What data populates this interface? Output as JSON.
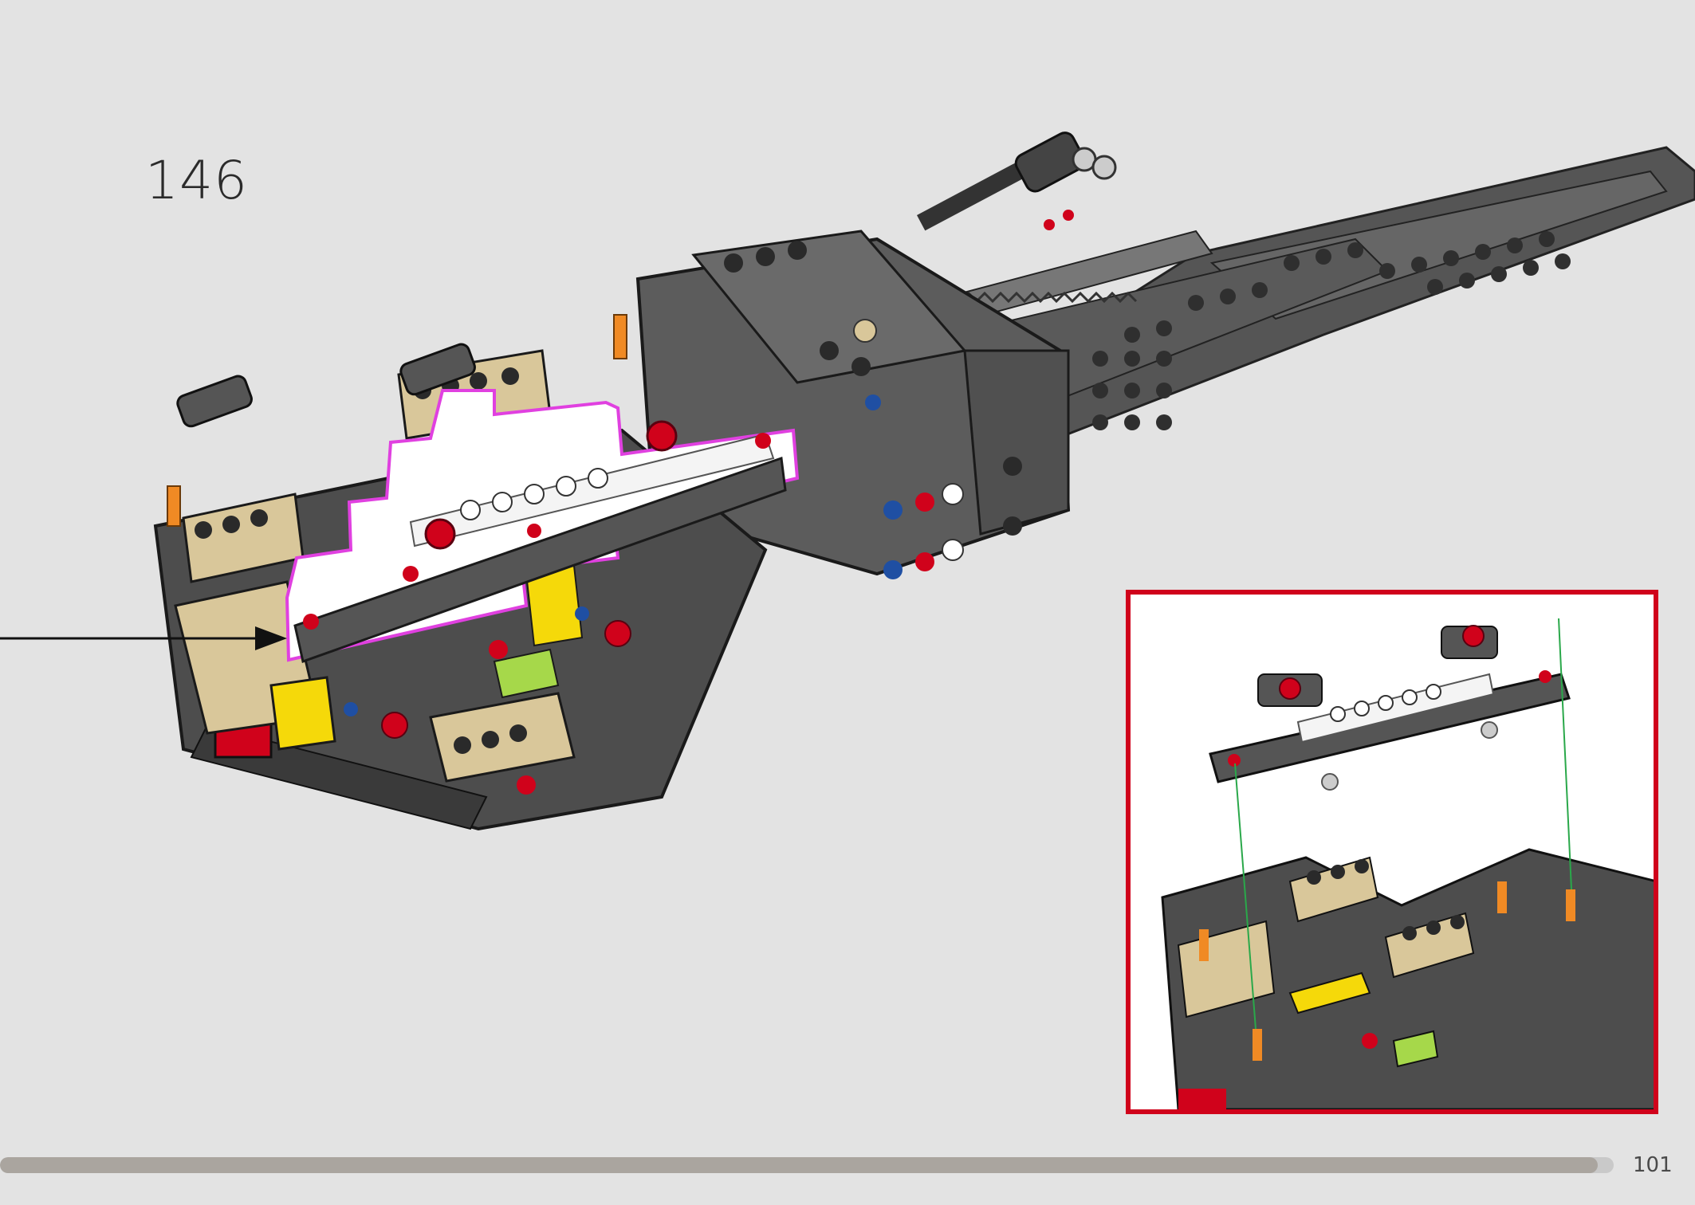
{
  "step": {
    "number": "146"
  },
  "page": {
    "number": "101"
  },
  "progress": {
    "fraction": 0.99
  },
  "colors": {
    "background": "#e3e3e3",
    "callout_border": "#d0021b",
    "highlight_outline": "#e040e0",
    "brick_dark": "#595959",
    "brick_tan": "#d9c79a",
    "brick_red": "#d0021b",
    "brick_yellow": "#f5d90a",
    "brick_orange": "#f08a24",
    "brick_blue": "#1f4fa3",
    "brick_lime": "#a6d84a",
    "guide_line": "#2aa84a"
  }
}
